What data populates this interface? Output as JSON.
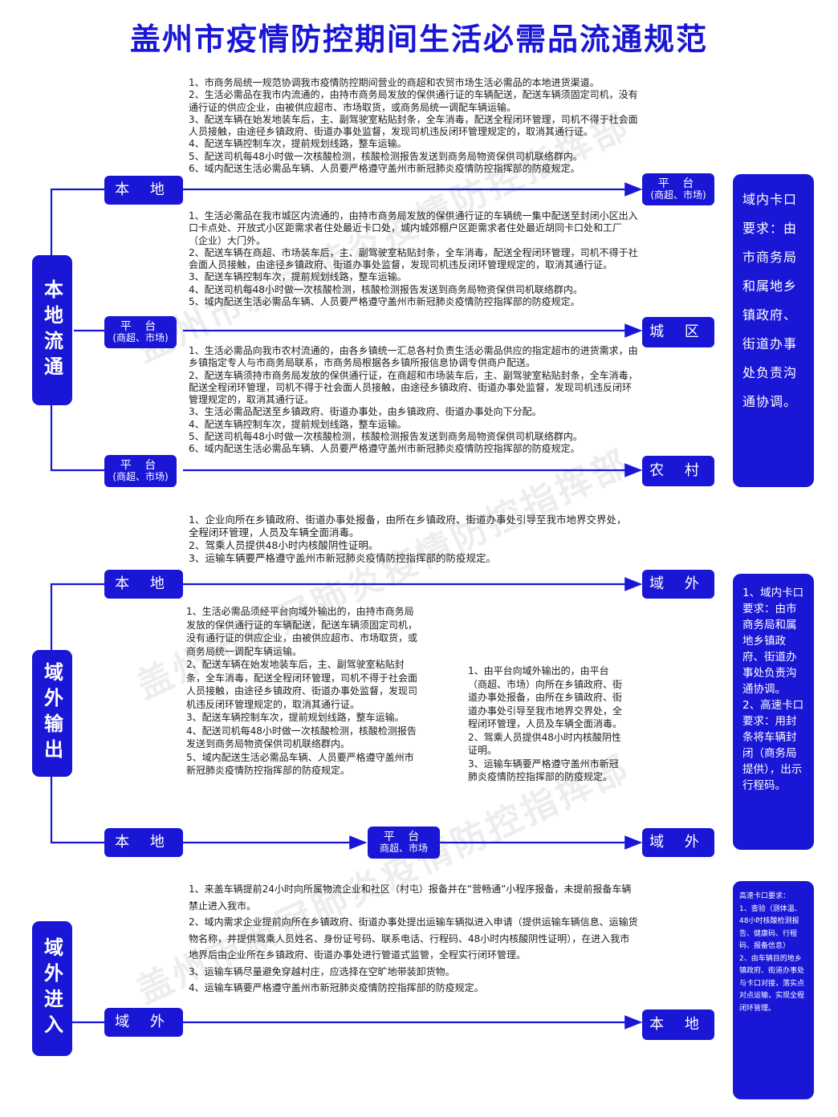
{
  "title": "盖州市疫情防控期间生活必需品流通规范",
  "watermark": "盖州市新冠肺炎疫情防控指挥部",
  "colors": {
    "accent": "#1a16d6"
  },
  "sections": {
    "local": "本地流通",
    "outbound": "域外输出",
    "inbound": "域外进入"
  },
  "nodes": {
    "local": "本 地",
    "platform": "平 台",
    "platform_sub": "(商超、市场)",
    "platform_sub2": "商超、市场",
    "city": "城 区",
    "rural": "农 村",
    "outside": "域 外"
  },
  "blocks": {
    "local_platform": "1、市商务局统一规范协调我市疫情防控期间营业的商超和农贸市场生活必需品的本地进货渠道。\n2、生活必需品在我市内流通的，由持市商务局发放的保供通行证的车辆配送，配送车辆须固定司机，没有通行证的供应企业，由被供应超市、市场取货，或商务局统一调配车辆运输。\n3、配送车辆在始发地装车后，主、副驾驶室粘贴封条，全车消毒，配送全程闭环管理，司机不得于社会面人员接触，由途径乡镇政府、街道办事处监督，发现司机违反闭环管理规定的，取消其通行证。\n4、配送车辆控制车次，提前规划线路，整车运输。\n5、配送司机每48小时做一次核酸检测，核酸检测报告发送到商务局物资保供司机联络群内。\n6、域内配送生活必需品车辆、人员要严格遵守盖州市新冠肺炎疫情防控指挥部的防疫规定。",
    "platform_city": "1、生活必需品在我市城区内流通的，由持市商务局发放的保供通行证的车辆统一集中配送至封闭小区出入口卡点处、开放式小区距需求者住处最近卡口处，城内城郊棚户区距需求者住处最近胡同卡口处和工厂（企业）大门外。\n2、配送车辆在商超、市场装车后，主、副驾驶室粘贴封条，全车消毒，配送全程闭环管理，司机不得于社会面人员接触，由途径乡镇政府、街道办事处监督，发现司机违反闭环管理规定的，取消其通行证。\n3、配送车辆控制车次，提前规划线路，整车运输。\n4、配送司机每48小时做一次核酸检测，核酸检测报告发送到商务局物资保供司机联络群内。\n5、域内配送生活必需品车辆、人员要严格遵守盖州市新冠肺炎疫情防控指挥部的防疫规定。",
    "platform_rural": "1、生活必需品向我市农村流通的，由各乡镇统一汇总各村负责生活必需品供应的指定超市的进货需求，由乡镇指定专人与市商务局联系，市商务局根据各乡镇所报信息协调专供商户配送。\n2、配送车辆须持市商务局发放的保供通行证，在商超和市场装车后，主、副驾驶室粘贴封条，全车消毒，配送全程闭环管理，司机不得于社会面人员接触，由途径乡镇政府、街道办事处监督，发现司机违反闭环管理规定的，取消其通行证。\n3、生活必需品配送至乡镇政府、街道办事处，由乡镇政府、街道办事处向下分配。\n4、配送车辆控制车次，提前规划线路，整车运输。\n5、配送司机每48小时做一次核酸检测，核酸检测报告发送到商务局物资保供司机联络群内。\n6、域内配送生活必需品车辆、人员要严格遵守盖州市新冠肺炎疫情防控指挥部的防疫规定。",
    "out_direct": "1、企业向所在乡镇政府、街道办事处报备，由所在乡镇政府、街道办事处引导至我市地界交界处，全程闭环管理，人员及车辆全面消毒。\n2、驾乘人员提供48小时内核酸阴性证明。\n3、运输车辆要严格遵守盖州市新冠肺炎疫情防控指挥部的防疫规定。",
    "out_via_left": "1、生活必需品须经平台向域外输出的，由持市商务局发放的保供通行证的车辆配送，配送车辆须固定司机，没有通行证的供应企业，由被供应超市、市场取货，或商务局统一调配车辆运输。\n2、配送车辆在始发地装车后，主、副驾驶室粘贴封条，全车消毒，配送全程闭环管理，司机不得于社会面人员接触，由途径乡镇政府、街道办事处监督，发现司机违反闭环管理规定的，取消其通行证。\n3、配送车辆控制车次，提前规划线路，整车运输。\n4、配送司机每48小时做一次核酸检测，核酸检测报告发送到商务局物资保供司机联络群内。\n5、域内配送生活必需品车辆、人员要严格遵守盖州市新冠肺炎疫情防控指挥部的防疫规定。",
    "out_via_right": "1、由平台向域外输出的，由平台（商超、市场）向所在乡镇政府、街道办事处报备，由所在乡镇政府、街道办事处引导至我市地界交界处，全程闭环管理，人员及车辆全面消毒。\n2、驾乘人员提供48小时内核酸阴性证明。\n3、运输车辆要严格遵守盖州市新冠肺炎疫情防控指挥部的防疫规定。",
    "inbound": "1、来盖车辆提前24小时向所属物流企业和社区（村屯）报备并在“营畅通”小程序报备，未提前报备车辆禁止进入我市。\n2、域内需求企业提前向所在乡镇政府、街道办事处提出运输车辆拟进入申请（提供运输车辆信息、运输货物名称，并提供驾乘人员姓名、身份证号码、联系电话、行程码、48小时内核酸阴性证明），在进入我市地界后由企业所在乡镇政府、街道办事处进行管道式监管，全程实行闭环管理。\n3、运输车辆尽量避免穿越村庄，应选择在空旷地带装卸货物。\n4、运输车辆要严格遵守盖州市新冠肺炎疫情防控指挥部的防疫规定。"
  },
  "side_notes": {
    "local": "域内卡口要求：由市商务局和属地乡镇政府、街道办事处负责沟通协调。",
    "outbound": "1、域内卡口要求：由市商务局和属地乡镇政府、街道办事处负责沟通协调。\n2、高速卡口要求：用封条将车辆封闭（商务局提供），出示行程码。",
    "inbound": "高速卡口要求：\n1、查验（测体温、48小时核酸检测报告、健康码、行程码、报备信息）\n2、由车辆目的地乡镇政府、街道办事处与卡口对接，落实点对点运输，实现全程闭环管理。"
  }
}
